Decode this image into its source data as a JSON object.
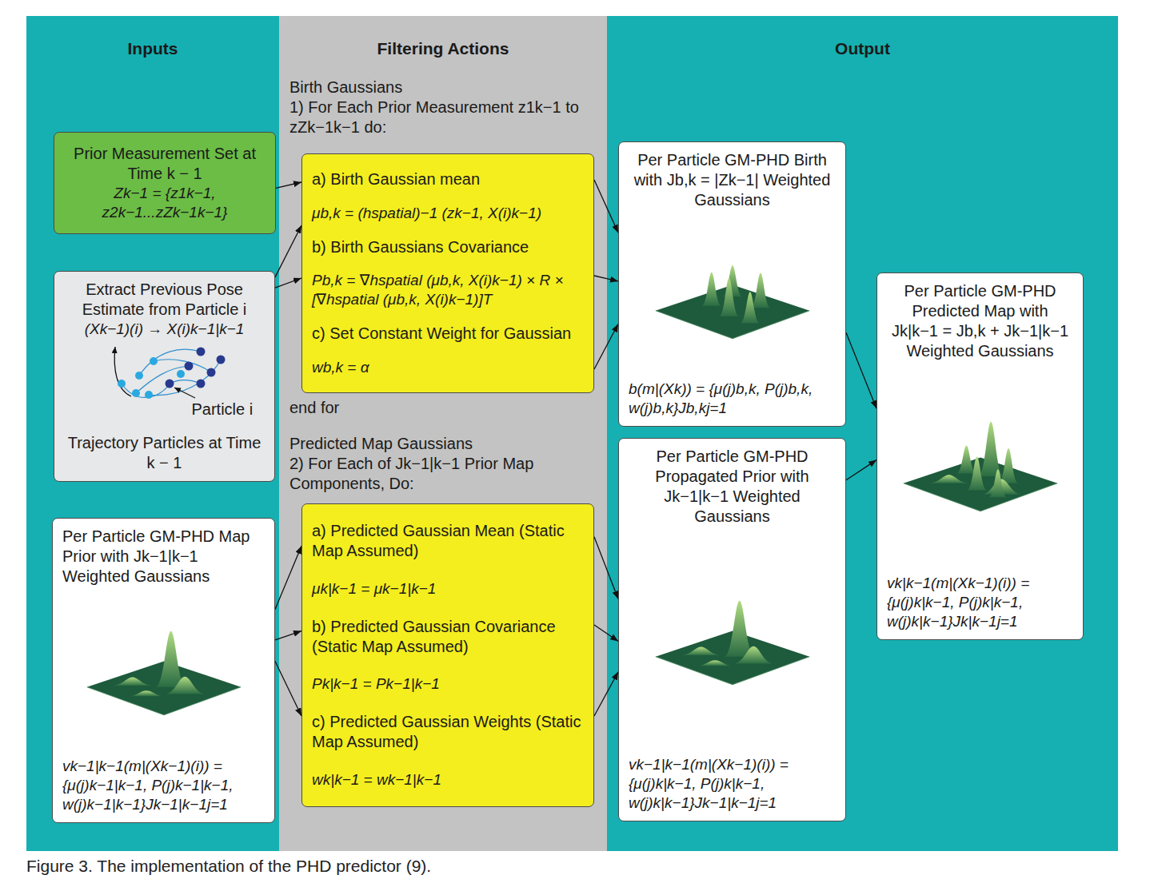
{
  "diagram": {
    "caption": "Figure 3. The implementation of the PHD predictor (9).",
    "nodes": [
      {
        "text": [
          "Inputs"
        ]
      },
      {
        "text": [
          "Filtering Actions",
          "Birth Gaussians",
          "1) For Each Prior Measurement z1k−1 to zZk−1k−1 do:",
          "end for",
          "Predicted Map Gaussians",
          "2) For Each of Jk−1|k−1 Prior Map Components, Do:"
        ]
      },
      {
        "text": [
          "Output"
        ]
      },
      {
        "text": [
          "Prior Measurement Set at Time k − 1",
          "Zk−1 = {z1k−1, z2k−1...zZk−1k−1}"
        ],
        "in": 0
      },
      {
        "text": [
          "Extract Previous Pose Estimate from Particle i",
          "(Xk−1)(i) → X(i)k−1|k−1",
          "Particle i",
          "Trajectory Particles at Time k − 1"
        ],
        "in": 0
      },
      {
        "text": [
          "Per Particle GM-PHD Map Prior with Jk−1|k−1 Weighted Gaussians",
          "vk−1|k−1(m|(Xk−1)(i)) = {μ(j)k−1|k−1, P(j)k−1|k−1, w(j)k−1|k−1}Jk−1|k−1j=1"
        ],
        "in": 0
      },
      {
        "text": [
          "a) Birth Gaussian mean",
          "μb,k = (hspatial)−1 (zk−1, X(i)k−1)",
          "b) Birth Gaussians Covariance",
          "Pb,k = ∇hspatial (μb,k, X(i)k−1) × R × [∇hspatial (μb,k, X(i)k−1)]T",
          "c) Set Constant Weight for Gaussian",
          "wb,k = α"
        ],
        "in": 1
      },
      {
        "text": [
          "a) Predicted Gaussian Mean (Static Map Assumed)",
          "μk|k−1 = μk−1|k−1",
          "b) Predicted Gaussian Covariance (Static Map Assumed)",
          "Pk|k−1 = Pk−1|k−1",
          "c) Predicted Gaussian Weights (Static Map Assumed)",
          "wk|k−1 = wk−1|k−1"
        ],
        "in": 1
      },
      {
        "text": [
          "Per Particle GM-PHD Birth with Jb,k = |Zk−1| Weighted Gaussians",
          "b(m|(Xk)) = {μ(j)b,k, P(j)b,k, w(j)b,k}Jb,kj=1"
        ],
        "in": 2
      },
      {
        "text": [
          "Per Particle GM-PHD Propagated Prior with Jk−1|k−1 Weighted Gaussians",
          "vk−1|k−1(m|(Xk−1)(i)) = {μ(j)k|k−1, P(j)k|k−1, w(j)k|k−1}Jk−1|k−1j=1"
        ],
        "in": 2
      },
      {
        "text": [
          "Per Particle GM-PHD Predicted Map with Jk|k−1 = Jb,k + Jk−1|k−1 Weighted Gaussians",
          "vk|k−1(m|(Xk−1)(i)) = {μ(j)k|k−1, P(j)k|k−1, w(j)k|k−1}Jk|k−1j=1"
        ],
        "in": 2
      }
    ],
    "edges": [
      {
        "from": 3,
        "to": 6,
        "arrow": "to"
      },
      {
        "from": 4,
        "to": 6,
        "arrow": "to"
      },
      {
        "from": 4,
        "to": 6,
        "arrow": "to"
      },
      {
        "from": 5,
        "to": 7,
        "arrow": "to"
      },
      {
        "from": 5,
        "to": 7,
        "arrow": "to"
      },
      {
        "from": 5,
        "to": 7,
        "arrow": "to"
      },
      {
        "from": 6,
        "to": 8,
        "arrow": "to"
      },
      {
        "from": 6,
        "to": 8,
        "arrow": "to"
      },
      {
        "from": 6,
        "to": 8,
        "arrow": "to"
      },
      {
        "from": 7,
        "to": 9,
        "arrow": "to"
      },
      {
        "from": 7,
        "to": 9,
        "arrow": "to"
      },
      {
        "from": 7,
        "to": 9,
        "arrow": "to"
      },
      {
        "from": 8,
        "to": 10,
        "arrow": "to"
      },
      {
        "from": 9,
        "to": 10,
        "arrow": "to"
      }
    ]
  }
}
